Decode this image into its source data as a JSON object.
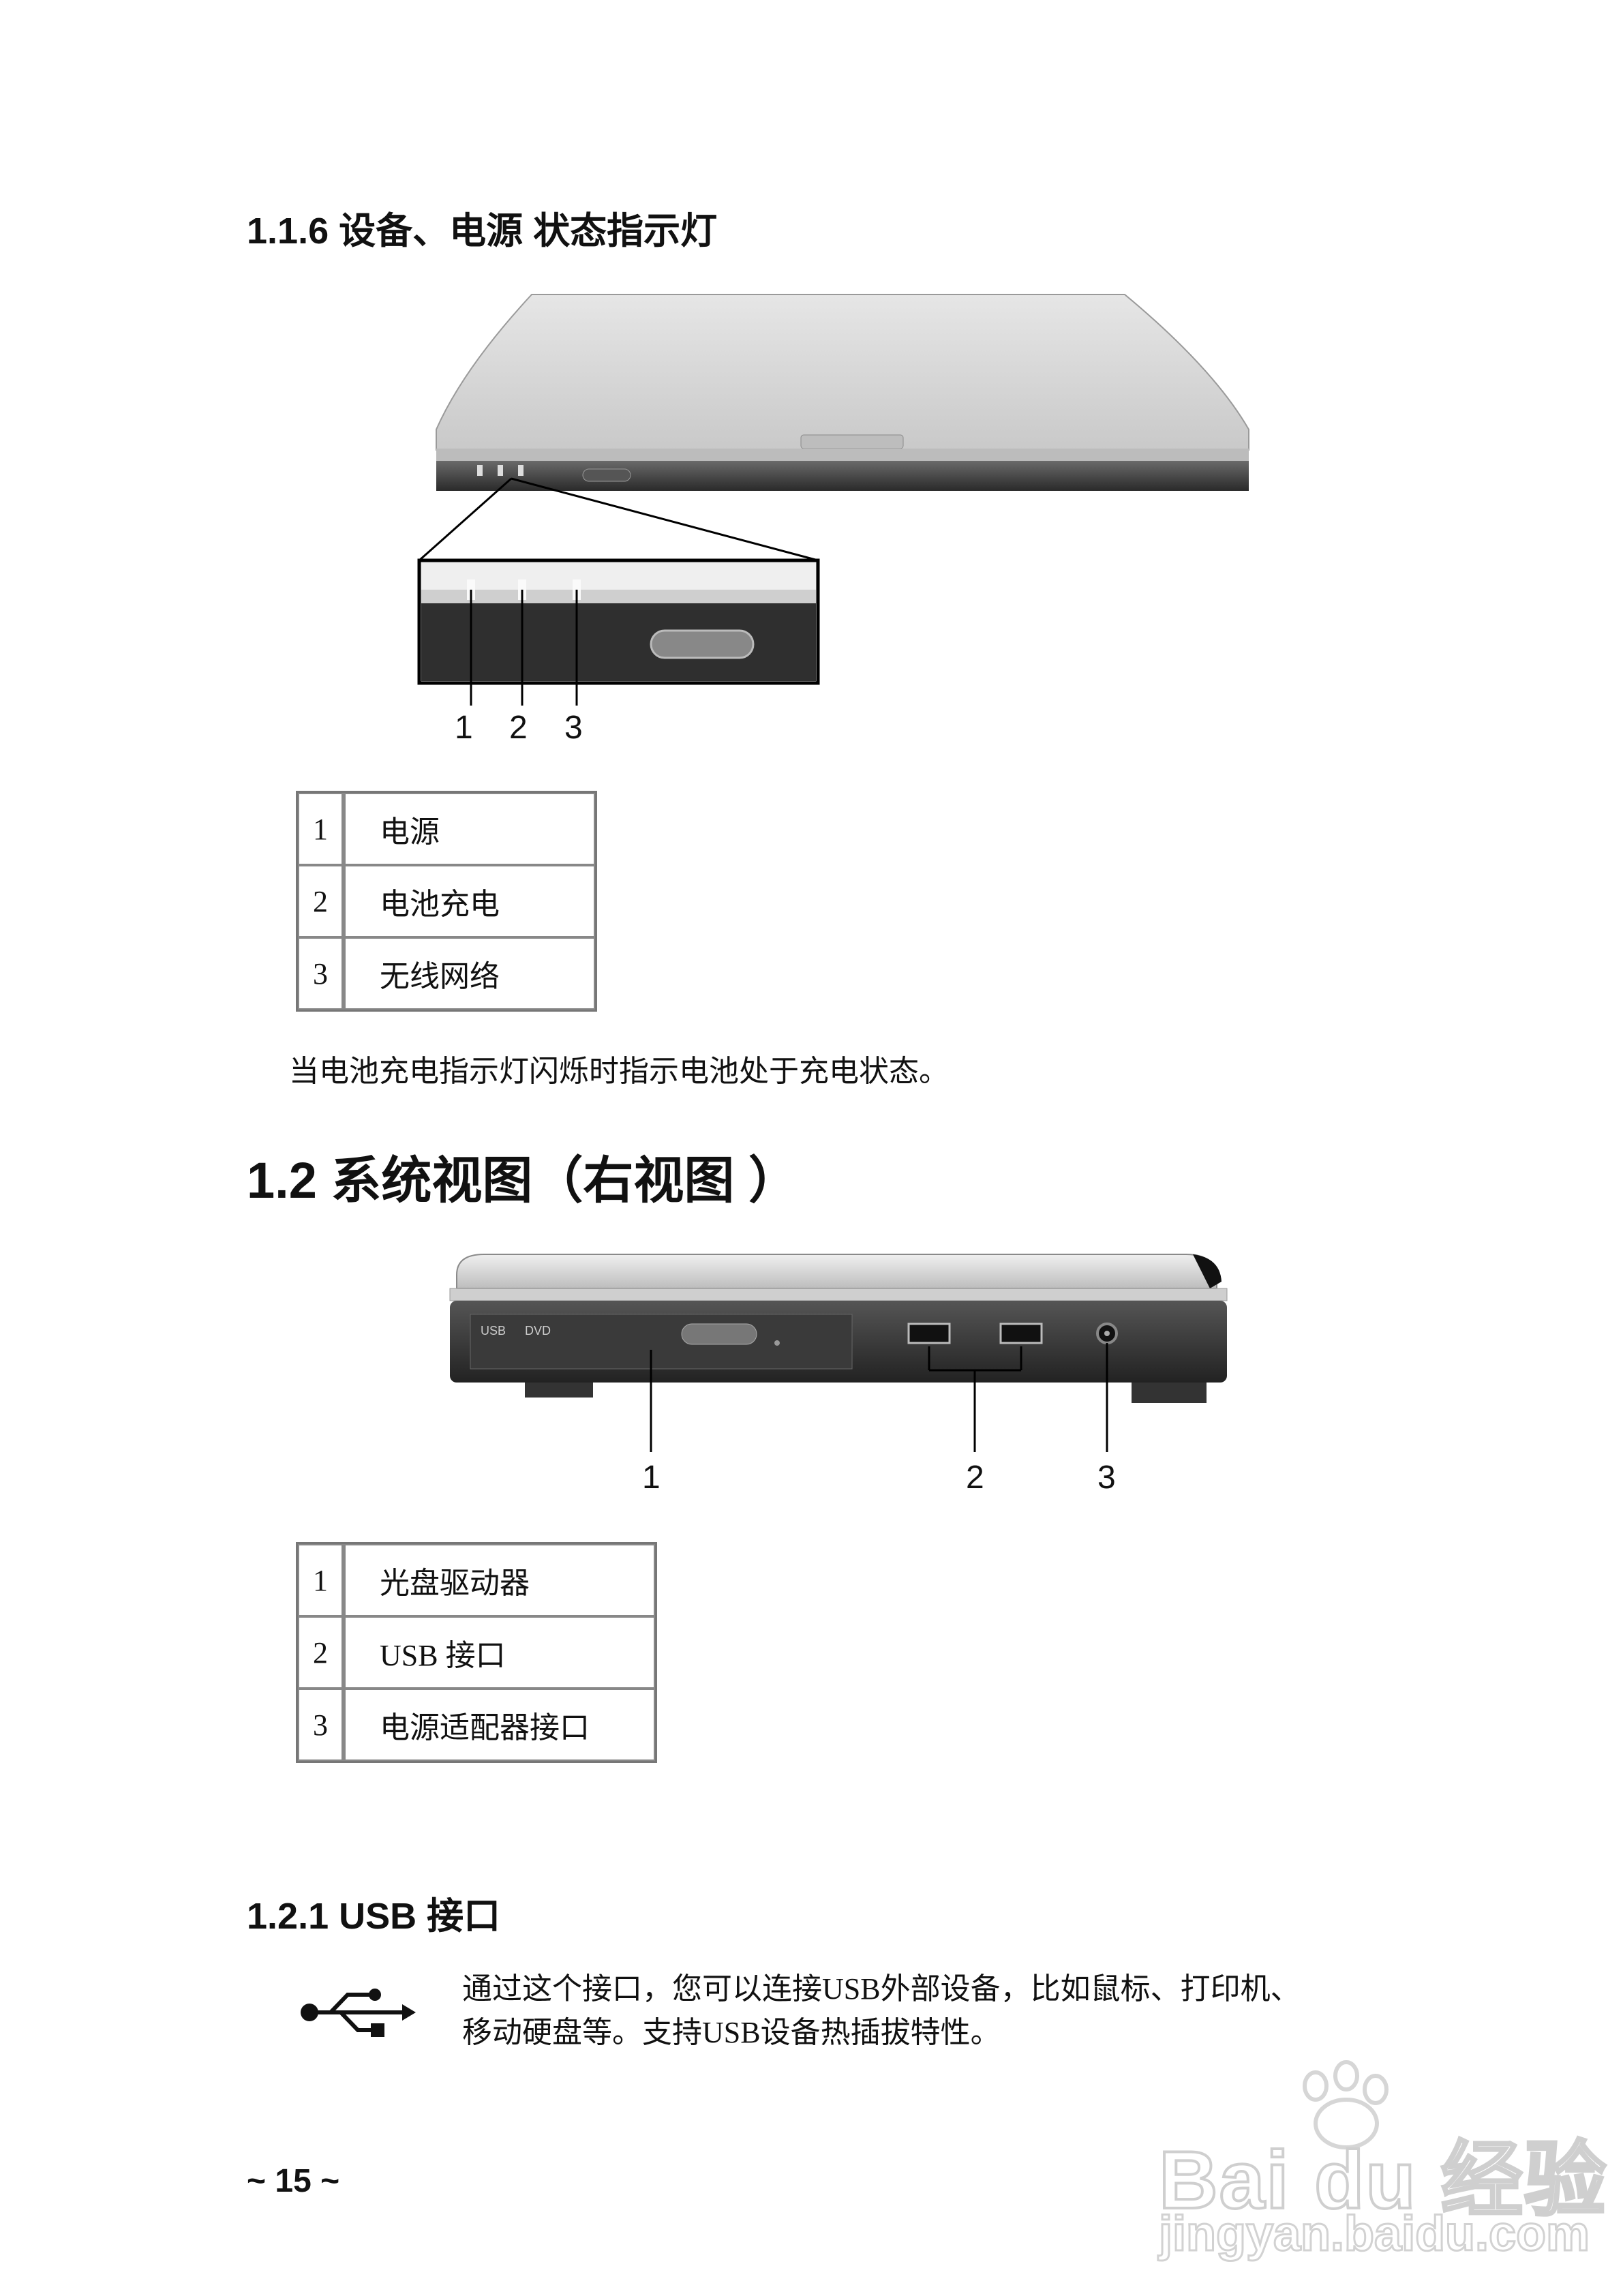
{
  "section_116": {
    "title": "1.1.6  设备、电源  状态指示灯",
    "callouts": [
      "1",
      "2",
      "3"
    ],
    "legend": [
      {
        "num": "1",
        "label": "电源"
      },
      {
        "num": "2",
        "label": "电池充电"
      },
      {
        "num": "3",
        "label": "无线网络"
      }
    ],
    "note": "当电池充电指示灯闪烁时指示电池处于充电状态。"
  },
  "section_12": {
    "title": "1.2  系统视图（右视图  ）",
    "callouts": [
      "1",
      "2",
      "3"
    ],
    "legend": [
      {
        "num": "1",
        "label": "光盘驱动器"
      },
      {
        "num": "2",
        "label": "USB  接口"
      },
      {
        "num": "3",
        "label": "电源适配器接口"
      }
    ]
  },
  "section_121": {
    "title": "1.2.1 USB  接口",
    "desc_line1": "通过这个接口，您可以连接USB外部设备，比如鼠标、打印机、",
    "desc_line2": "移动硬盘等。支持USB设备热插拔特性。"
  },
  "page_number": "~ 15 ~",
  "watermark": {
    "brand": "Bai du 经验",
    "url": "jingyan.baidu.com"
  },
  "icons": {
    "usb": "usb-icon",
    "paw": "paw-icon"
  }
}
